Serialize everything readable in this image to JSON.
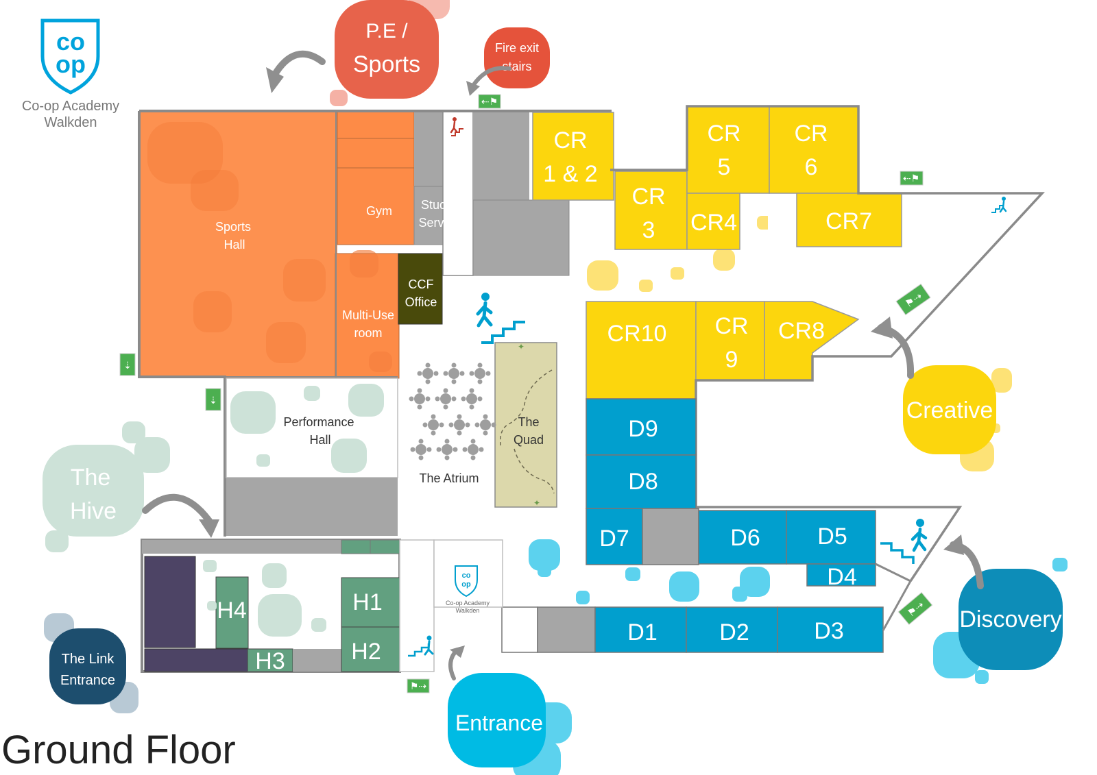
{
  "school": {
    "name_line1": "Co-op Academy",
    "name_line2": "Walkden",
    "logo_top": "co",
    "logo_bottom": "op"
  },
  "floor_title": "Ground Floor",
  "colors": {
    "sports": "#fd8b47",
    "creative": "#fcd60d",
    "discovery": "#019fce",
    "hive": "#62a080",
    "hive_dark": "#4d4465",
    "link": "#1d4e6e",
    "corridor": "#a6a6a6",
    "ccf": "#494a0b",
    "quad": "#dcd8ab",
    "exit_sign": "#4caf50"
  },
  "zones": {
    "pe_sports": {
      "line1": "P.E /",
      "line2": "Sports"
    },
    "fire_exit": {
      "line1": "Fire exit",
      "line2": "stairs"
    },
    "creative": "Creative",
    "discovery": "Discovery",
    "the_hive": {
      "line1": "The",
      "line2": "Hive"
    },
    "the_link": {
      "line1": "The Link",
      "line2": "Entrance"
    },
    "entrance": "Entrance"
  },
  "rooms": {
    "sports_hall": {
      "line1": "Sports",
      "line2": "Hall"
    },
    "gym": "Gym",
    "student_services": {
      "line1": "Student",
      "line2": "Services"
    },
    "multi_use": {
      "line1": "Multi-Use",
      "line2": "room"
    },
    "ccf_office": {
      "line1": "CCF",
      "line2": "Office"
    },
    "performance_hall": {
      "line1": "Performance",
      "line2": "Hall"
    },
    "the_atrium": "The Atrium",
    "the_quad": {
      "line1": "The",
      "line2": "Quad"
    },
    "cr12": {
      "line1": "CR",
      "line2": "1 & 2"
    },
    "cr3": {
      "line1": "CR",
      "line2": "3"
    },
    "cr4": "CR4",
    "cr5": {
      "line1": "CR",
      "line2": "5"
    },
    "cr6": {
      "line1": "CR",
      "line2": "6"
    },
    "cr7": "CR7",
    "cr8": "CR8",
    "cr9": {
      "line1": "CR",
      "line2": "9"
    },
    "cr10": "CR10",
    "d1": "D1",
    "d2": "D2",
    "d3": "D3",
    "d4": "D4",
    "d5": "D5",
    "d6": "D6",
    "d7": "D7",
    "d8": "D8",
    "d9": "D9",
    "h1": "H1",
    "h2": "H2",
    "h3": "H3",
    "h4": "H4"
  }
}
